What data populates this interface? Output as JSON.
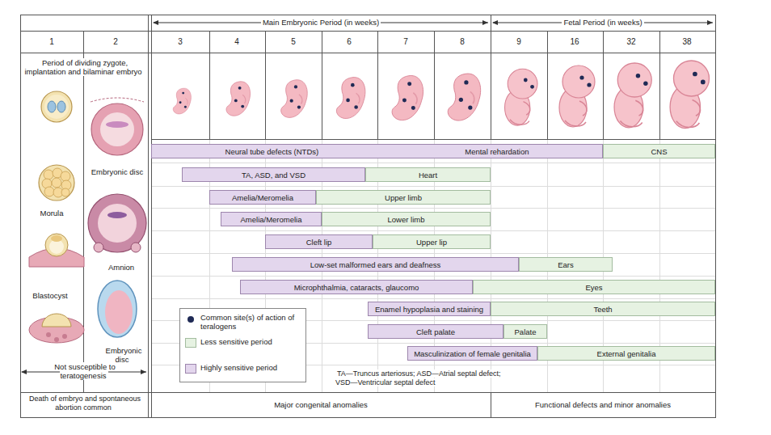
{
  "diagram": {
    "nodes": [
      {
        "text": [
          "Neural tube defects (NTDs)",
          "Mental rehardation"
        ]
      },
      {
        "text": [
          "CNS"
        ]
      },
      {
        "text": [
          "TA, ASD, and VSD"
        ]
      },
      {
        "text": [
          "Heart"
        ]
      },
      {
        "text": [
          "Amelia/Meromelia"
        ]
      },
      {
        "text": [
          "Upper limb"
        ]
      },
      {
        "text": [
          "Amelia/Meromelia"
        ]
      },
      {
        "text": [
          "Lower limb"
        ]
      },
      {
        "text": [
          "Cleft lip"
        ]
      },
      {
        "text": [
          "Upper lip"
        ]
      },
      {
        "text": [
          "Low-set malformed ears and deafness"
        ]
      },
      {
        "text": [
          "Ears"
        ]
      },
      {
        "text": [
          "Microphthalmia, cataracts, glaucomo"
        ]
      },
      {
        "text": [
          "Eyes"
        ]
      },
      {
        "text": [
          "Enamel hypoplasia and staining"
        ]
      },
      {
        "text": [
          "Teeth"
        ]
      },
      {
        "text": [
          "Cleft palate"
        ]
      },
      {
        "text": [
          "Palate"
        ]
      },
      {
        "text": [
          "Masculinization of female genitalia"
        ]
      },
      {
        "text": [
          "External genitalia"
        ]
      }
    ],
    "labels": [
      "Main Embryonic Period (in weeks)",
      "Fetal Period (in weeks)",
      "1",
      "2",
      "3",
      "4",
      "5",
      "6",
      "7",
      "8",
      "9",
      "16",
      "32",
      "38",
      "Period of dividing zygote, implantation and bilaminar embryo",
      "Embryonic disc",
      "Morula",
      "Amnion",
      "Blastocyst",
      "Embryonic disc",
      "Not susceptible to teratogenesis",
      "Death of embryo and spontaneous abortion common",
      "TA—Truncus arteriosus; ASD—Atrial septal defect; VSD—Ventricular septal defect",
      "Major congenital anomalies",
      "Functional defects and minor anomalies"
    ],
    "legend": [
      {
        "text": "Common site(s) of action of teralogens"
      },
      {
        "text": "Less sensitive period",
        "color": "#e6f2e2"
      },
      {
        "text": "Highly sensitive period",
        "color": "#e3d6ed"
      }
    ]
  }
}
